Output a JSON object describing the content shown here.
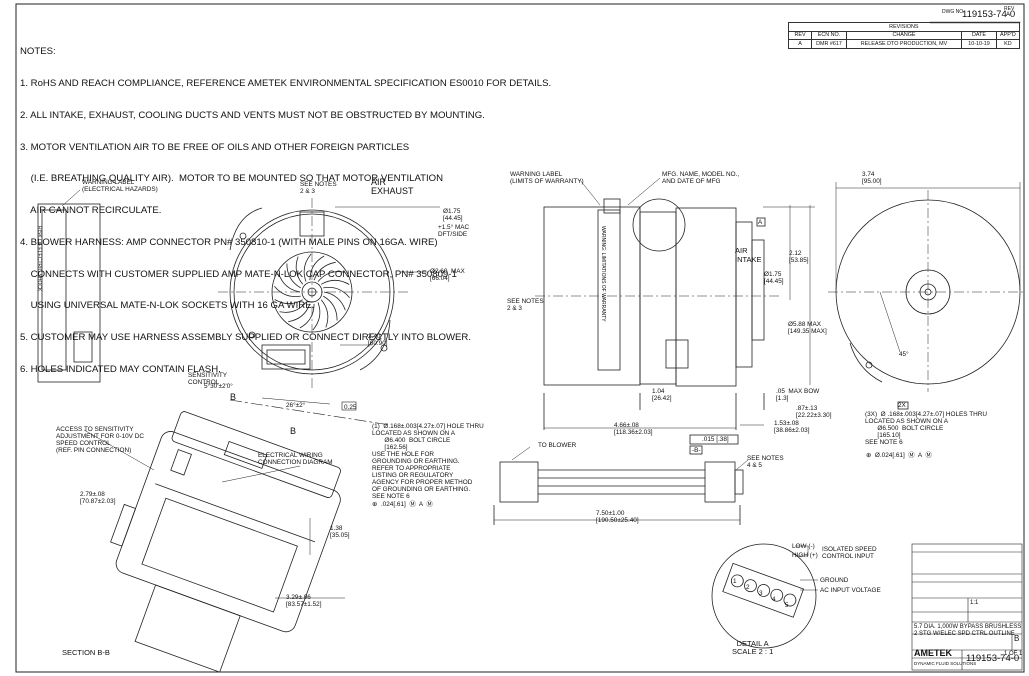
{
  "doc_number_label": "DWG NO.",
  "doc_number": "119153-74-0",
  "rev_label": "REV",
  "rev_value": "A",
  "notes": {
    "title": "NOTES:",
    "lines": [
      "1. RoHS AND REACH COMPLIANCE, REFERENCE AMETEK ENVIRONMENTAL SPECIFICATION ES0010 FOR DETAILS.",
      "2. ALL INTAKE, EXHAUST, COOLING DUCTS AND VENTS MUST NOT BE OBSTRUCTED BY MOUNTING.",
      "3. MOTOR VENTILATION AIR TO BE FREE OF OILS AND OTHER FOREIGN PARTICLES",
      "    (I.E. BREATHING QUALITY AIR).  MOTOR TO BE MOUNTED SO THAT MOTOR VENTILATION",
      "    AIR CANNOT RECIRCULATE.",
      "4. BLOWER HARNESS: AMP CONNECTOR PN# 350810-1 (WITH MALE PINS ON 16GA. WIRE)",
      "    CONNECTS WITH CUSTOMER SUPPLIED AMP MATE-N-LOK CAP CONNECTOR, PN# 350809-1",
      "    USING UNIVERSAL MATE-N-LOK SOCKETS WITH 16 GA WIRE.",
      "5. CUSTOMER MAY USE HARNESS ASSEMBLY SUPPLIED OR CONNECT DIRECTLY INTO BLOWER.",
      "6. HOLES INDICATED MAY CONTAIN FLASH."
    ]
  },
  "revisions": {
    "title": "REVISIONS",
    "headers": [
      "REV",
      "ECN NO.",
      "CHANGE",
      "DATE",
      "APP'D"
    ],
    "rows": [
      [
        "A",
        "DMR #617",
        "RELEASE DTO PRODUCTION, MV",
        "10-10-19",
        "KD"
      ]
    ]
  },
  "labels": {
    "warning_label_hazards": "WARNING LABEL\n(ELECTRICAL HAZARDS)",
    "see_notes_23_top": "SEE NOTES\n2 & 3",
    "air_exhaust": "AIR\nEXHAUST",
    "dia_175": "Ø1.75\n[44.45]",
    "mac_dft": "+1.5° MAC\nDFT/SIDE",
    "dia_260": "Ø2.60  MAX\n[66.04]",
    "dim_240": "2.40\n[60.90]",
    "sensitivity_control": "SENSITIVITY\nCONTROL",
    "angle_5": "5°30'±2'0°",
    "angle_26": "26°±2°",
    "box_0_025": "0.25",
    "section_b": "B",
    "warning_label_warranty": "WARNING LABEL\n(LIMITS OF WARRANTY)",
    "mfg_name": "MFG. NAME, MODEL NO.,\nAND DATE OF MFG",
    "air_intake": "AIR\nINTAKE",
    "dia_175_side": "Ø1.75\n[44.45]",
    "dim_212": "2.12\n[53.85]",
    "see_notes_23_side": "SEE NOTES\n2 & 3",
    "dia_588": "Ø5.88 MAX\n[149.35 MAX]",
    "dim_104": "1.04\n[26.42]",
    "dim_05": ".05  MAX BOW\n[1.3]",
    "dim_466": "4.66±.08\n[118.36±2.03]",
    "dim_087": ".87±.13\n[22.22±3.30]",
    "dim_153": "1.53±.08\n[38.86±2.03]",
    "flatness": ".015 [.38]",
    "datum_b": "-B-",
    "datum_a": "A",
    "dim_374": "3.74\n[95.00]",
    "angle_45": "45°",
    "holes_3x_top": "2X",
    "holes_3x": "(3X)  Ø .168±.003[4.27±.07] HOLES THRU\nLOCATED AS SHOWN ON A\n       Ø6.500  BOLT CIRCLE\n       [165.10]\nSEE NOTE 6",
    "fcf_3x": "⊕  Ø.024[.61]  Ⓜ  A  Ⓜ",
    "hole_1x": "(1)  Ø.168±.003[4.27±.07] HOLE THRU\nLOCATED AS SHOWN ON A\n       Ø6.400  BOLT CIRCLE\n       [162.56]\nUSE THE HOLE FOR\nGROUNDING OR EARTHING.\nREFER TO APPROPRIATE\nLISTING OR REGULATORY\nAGENCY FOR PROPER METHOD\nOF GROUNDING OR EARTHING.\nSEE NOTE 6",
    "fcf_1x": "⊕  .024[.61]  Ⓜ  A  Ⓜ",
    "to_blower": "TO BLOWER",
    "see_notes_45": "SEE NOTES\n4 & 5",
    "dim_750": "7.50±1.00\n[190.50±25.40]",
    "access_sensitivity": "ACCESS TO SENSITIVITY\nADJUSTMENT FOR 0-10V DC\nSPEED CONTROL\n(REF. PIN CONNECTION)",
    "electrical_wiring": "ELECTRICAL WIRING\nCONNECTION DIAGRAM",
    "dim_279": "2.79±.08\n[70.87±2.03]",
    "dim_138": "1.38\n[35.05]",
    "dim_329": "3.29±.06\n[83.57±1.52]",
    "section_bb": "SECTION B-B",
    "low": "LOW (-)",
    "high": "HIGH (+)",
    "isolated_speed": "ISOLATED SPEED\nCONTROL INPUT",
    "ground": "GROUND",
    "ac_input": "AC INPUT VOLTAGE",
    "detail_a": "DETAIL A\nSCALE 2 : 1",
    "pins": [
      "1",
      "2",
      "3",
      "4",
      "5"
    ],
    "label_warranty_side": "WARNING: LIMITATIONS OF WARRANTY",
    "label_hazard_side": "RISK OF ELECTRIC SHOCK"
  },
  "title_block": {
    "description": "5.7 DIA. 1,000W BYPASS BRUSHLESS\n2 STG W/ELEC SPD CTRL OUTLINE",
    "size": "B",
    "sheet": "1 OF 1",
    "company": "AMETEK",
    "division": "DYNAMIC FLUID SOLUTIONS",
    "number": "119153-74-0",
    "scale": "1:1"
  }
}
